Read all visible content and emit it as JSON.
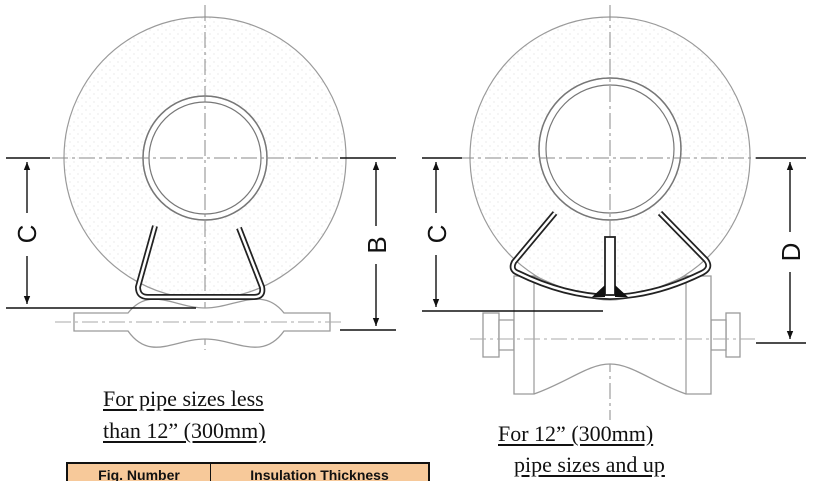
{
  "left_figure": {
    "dim_c": "C",
    "dim_b": "B",
    "caption_line1": "For pipe sizes less",
    "caption_line2": "than 12” (300mm)"
  },
  "right_figure": {
    "dim_c": "C",
    "dim_d": "D",
    "caption_line1": "For 12” (300mm)",
    "caption_line2": "pipe sizes and up"
  },
  "table": {
    "header_fig_number": "Fig. Number",
    "header_insulation": "Insulation Thickness"
  },
  "colors": {
    "line": "#111111",
    "faint": "#9a9a9a",
    "table_header_bg": "#f7c99a"
  }
}
